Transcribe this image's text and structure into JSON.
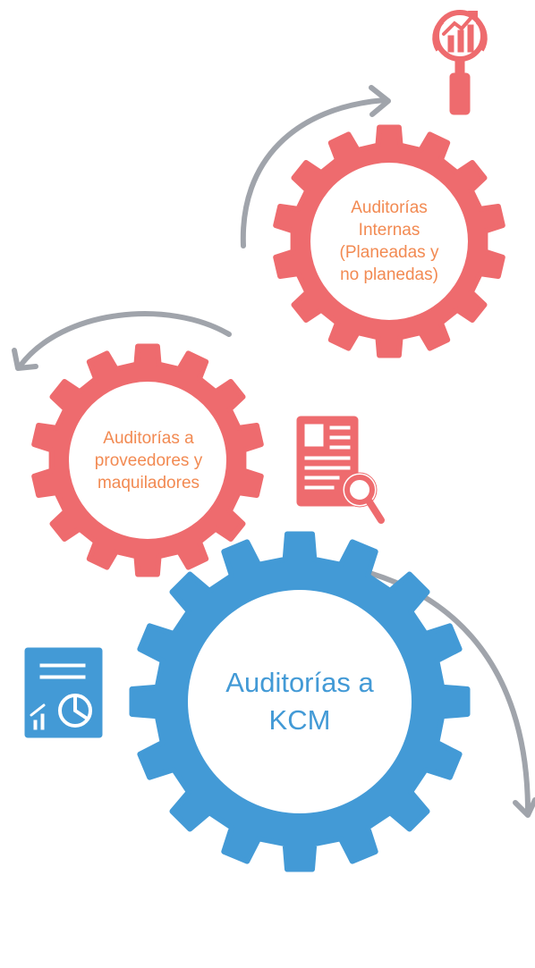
{
  "gears": [
    {
      "id": "internas",
      "label": "Auditorías\nInternas\n(Planeadas y\nno planedas)",
      "color": "#EE6B6E",
      "text_color": "#F28A52"
    },
    {
      "id": "proveedores",
      "label": "Auditorías a\nproveedores y\nmaquiladores",
      "color": "#EE6B6E",
      "text_color": "#F28A52"
    },
    {
      "id": "kcm",
      "label": "Auditorías a\nKCM",
      "color": "#439AD6",
      "text_color": "#439AD6"
    }
  ],
  "arrows": {
    "color": "#A0A4AB"
  },
  "icons": [
    {
      "name": "magnifier-chart-icon",
      "color": "#EE6B6E"
    },
    {
      "name": "document-search-icon",
      "color": "#EE6B6E"
    },
    {
      "name": "report-chart-icon",
      "color": "#439AD6"
    }
  ]
}
